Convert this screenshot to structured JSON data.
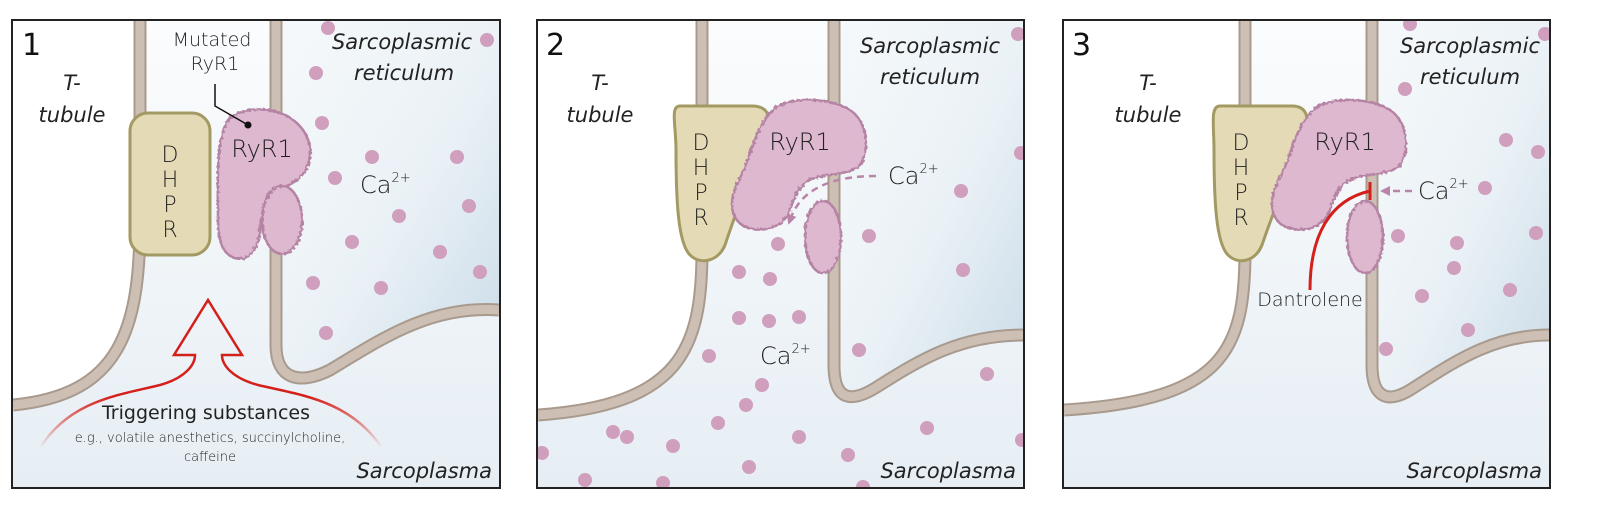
{
  "colors": {
    "membrane": "#c5b6ab",
    "membrane_edge": "#a99a8e",
    "dhpr_fill": "#e5dab6",
    "dhpr_stroke": "#a39a63",
    "ryr_fill": "#ddb8cf",
    "ryr_stroke": "#b583a3",
    "ca_dot": "#cf9fbd",
    "sr_fill_dark": "#c9dbe7",
    "sr_fill_light": "#f3f7fa",
    "red": "#d4201a",
    "border": "#222222",
    "ca_arrow": "#b984a8"
  },
  "panels": [
    {
      "number": "1",
      "t_tubule_label": [
        "T-",
        "tubule"
      ],
      "sr_label": [
        "Sarcoplasmic",
        "reticulum"
      ],
      "sarcoplasma_label": "Sarcoplasma",
      "dhpr_label": [
        "D",
        "H",
        "P",
        "R"
      ],
      "ryr_label": "RyR1",
      "mutated_label": [
        "Mutated",
        "RyR1"
      ],
      "ca_label_base": "Ca",
      "ca_label_sup": "2+",
      "trigger_title": "Triggering substances",
      "trigger_detail": [
        "e.g., volatile anesthetics, succinylcholine,",
        "caffeine"
      ]
    },
    {
      "number": "2",
      "t_tubule_label": [
        "T-",
        "tubule"
      ],
      "sr_label": [
        "Sarcoplasmic",
        "reticulum"
      ],
      "sarcoplasma_label": "Sarcoplasma",
      "dhpr_label": [
        "D",
        "H",
        "P",
        "R"
      ],
      "ryr_label": "RyR1",
      "ca_label_base": "Ca",
      "ca_label_sup": "2+",
      "ca_label2_base": "Ca",
      "ca_label2_sup": "2+"
    },
    {
      "number": "3",
      "t_tubule_label": [
        "T-",
        "tubule"
      ],
      "sr_label": [
        "Sarcoplasmic",
        "reticulum"
      ],
      "sarcoplasma_label": "Sarcoplasma",
      "dhpr_label": [
        "D",
        "H",
        "P",
        "R"
      ],
      "ryr_label": "RyR1",
      "ca_label_base": "Ca",
      "ca_label_sup": "2+",
      "drug_label": "Dantrolene"
    }
  ]
}
